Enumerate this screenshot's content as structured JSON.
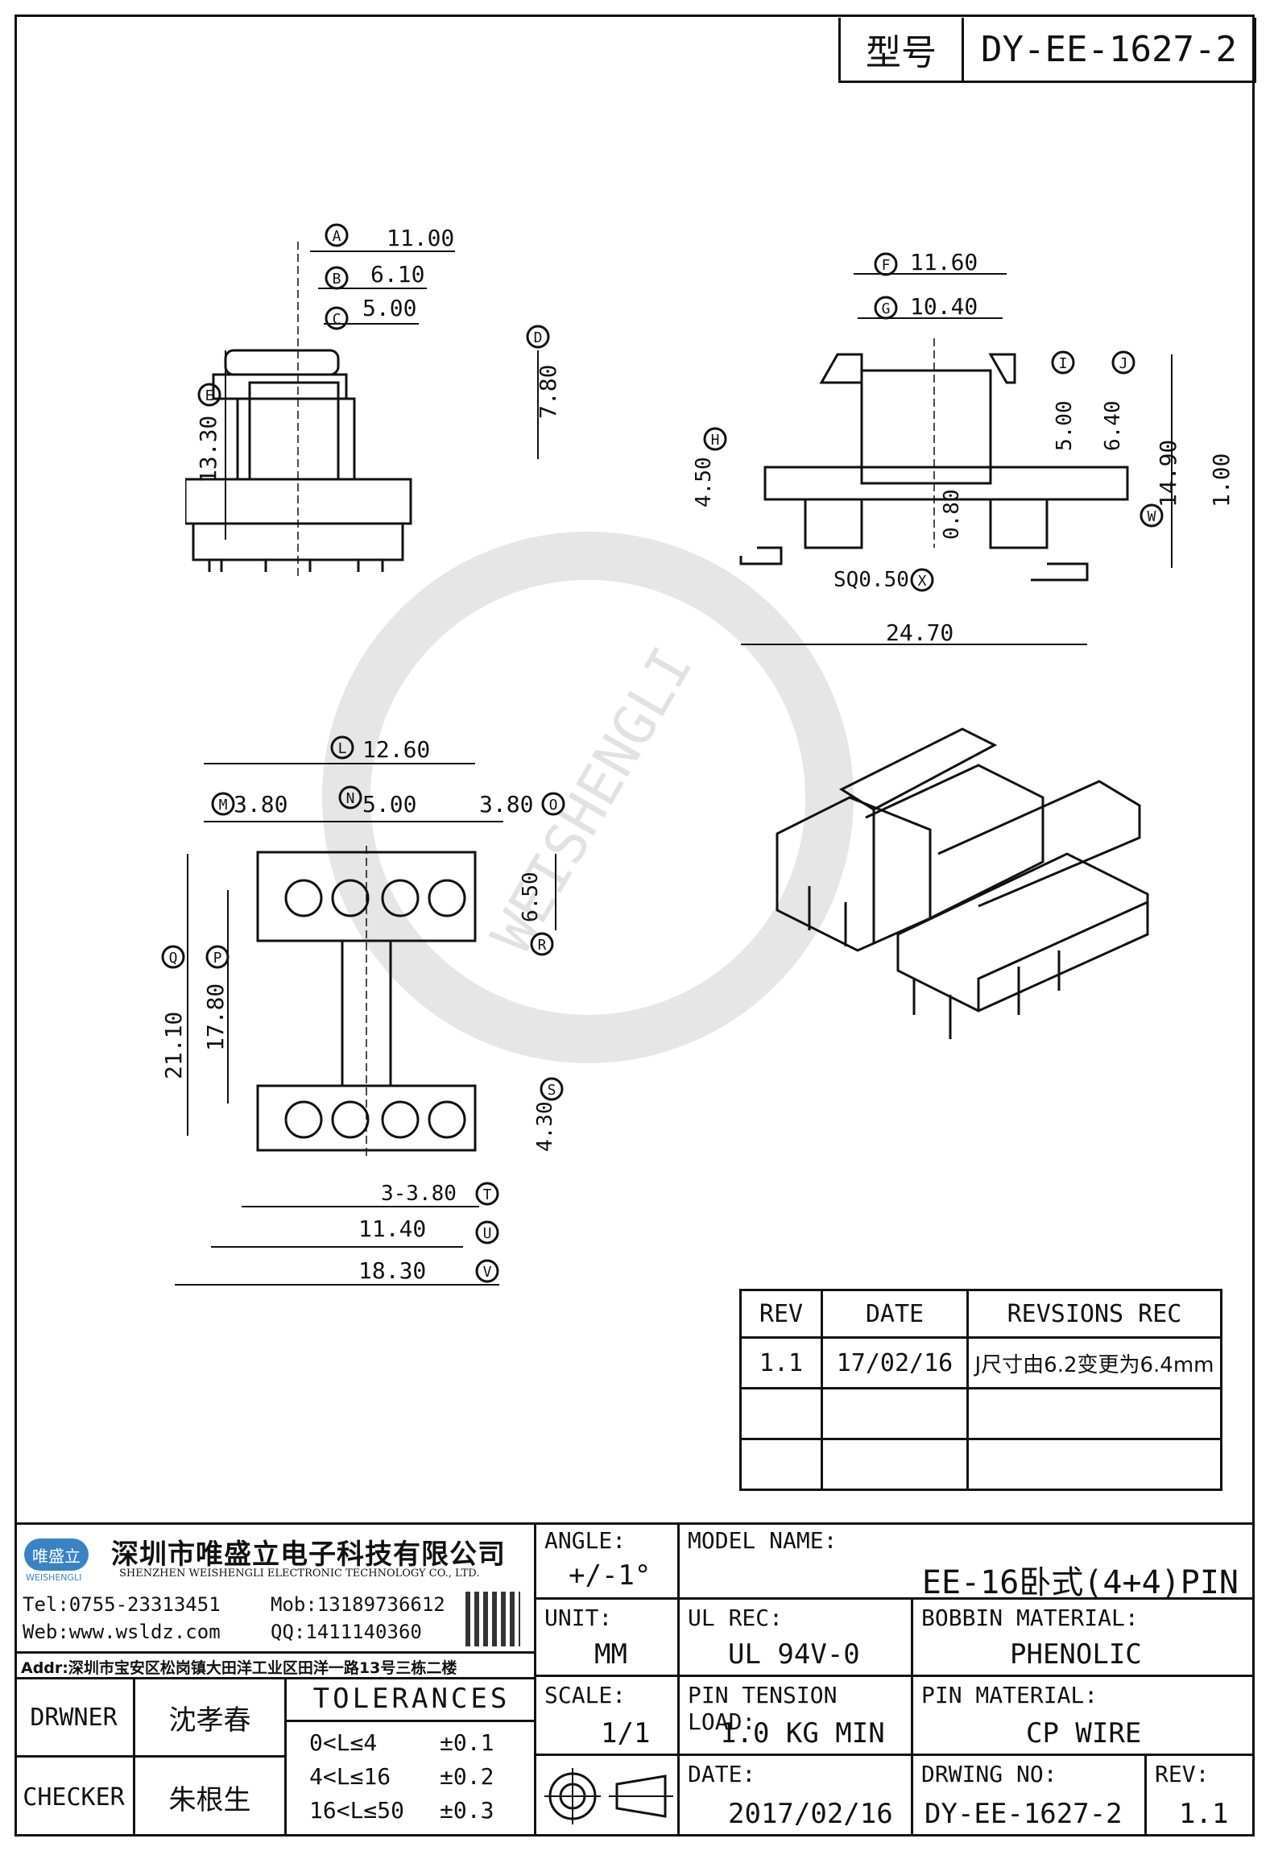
{
  "header": {
    "type_label": "型号",
    "model_code": "DY-EE-1627-2"
  },
  "front_view": {
    "dims": [
      {
        "id": "A",
        "value": "11.00"
      },
      {
        "id": "B",
        "value": "6.10"
      },
      {
        "id": "C",
        "value": "5.00"
      },
      {
        "id": "D",
        "value": "7.80"
      },
      {
        "id": "E",
        "value": "13.30"
      }
    ]
  },
  "side_view": {
    "dims": [
      {
        "id": "F",
        "value": "11.60"
      },
      {
        "id": "G",
        "value": "10.40"
      },
      {
        "id": "H",
        "value": "4.50"
      },
      {
        "id": "I",
        "value": "5.00"
      },
      {
        "id": "J",
        "value": "6.40"
      },
      {
        "id": "W",
        "value": "14.90"
      },
      {
        "id": "K",
        "value": "SQ0.50"
      },
      {
        "id": "X",
        "value": "24.70"
      }
    ],
    "extra_labels": [
      "0.80",
      "1.00"
    ]
  },
  "bottom_view": {
    "dims": [
      {
        "id": "L",
        "value": "12.60"
      },
      {
        "id": "M",
        "value": "3.80"
      },
      {
        "id": "N",
        "value": "5.00"
      },
      {
        "id": "O",
        "value": "3.80"
      },
      {
        "id": "R",
        "value": "6.50"
      },
      {
        "id": "Q",
        "value": "21.10"
      },
      {
        "id": "P",
        "value": "17.80"
      },
      {
        "id": "S",
        "value": "4.30"
      },
      {
        "id": "T",
        "value": "3-3.80"
      },
      {
        "id": "U",
        "value": "11.40"
      },
      {
        "id": "V",
        "value": "18.30"
      }
    ]
  },
  "watermark": {
    "text": "WEISHENGLI"
  },
  "revision_table": {
    "headers": [
      "REV",
      "DATE",
      "REVSIONS REC"
    ],
    "rows": [
      [
        "1.1",
        "17/02/16",
        "J尺寸由6.2变更为6.4mm"
      ],
      [
        "",
        "",
        ""
      ],
      [
        "",
        "",
        ""
      ]
    ]
  },
  "title_block": {
    "company_cn": "深圳市唯盛立电子科技有限公司",
    "company_en": "SHENZHEN WEISHENGLI ELECTRONIC TECHNOLOGY CO., LTD.",
    "logo_text": "唯盛立",
    "logo_sub": "WEISHENGLI",
    "tel": "Tel:0755-23313451",
    "mob": "Mob:13189736612",
    "web": "Web:www.wsldz.com",
    "qq": "QQ:1411140360",
    "addr": "Addr:深圳市宝安区松岗镇大田洋工业区田洋一路13号三栋二楼",
    "angle_label": "ANGLE:",
    "angle_value": "+/-1°",
    "model_name_label": "MODEL NAME:",
    "model_name_value": "EE-16卧式(4+4)PIN",
    "unit_label": "UNIT:",
    "unit_value": "MM",
    "ul_label": "UL REC:",
    "ul_value": "UL 94V-0",
    "bobbin_label": "BOBBIN MATERIAL:",
    "bobbin_value": "PHENOLIC",
    "drawer_label": "DRWNER",
    "drawer_value": "沈孝春",
    "checker_label": "CHECKER",
    "checker_value": "朱根生",
    "tolerances_label": "TOLERANCES",
    "tolerances": [
      {
        "range": "0<L≤4",
        "tol": "±0.1"
      },
      {
        "range": "4<L≤16",
        "tol": "±0.2"
      },
      {
        "range": "16<L≤50",
        "tol": "±0.3"
      }
    ],
    "scale_label": "SCALE:",
    "scale_value": "1/1",
    "pin_tension_label": "PIN TENSION LOAD:",
    "pin_tension_value": "1.0 KG MIN",
    "pin_material_label": "PIN MATERIAL:",
    "pin_material_value": "CP WIRE",
    "date_label": "DATE:",
    "date_value": "2017/02/16",
    "drawing_no_label": "DRWING NO:",
    "drawing_no_value": "DY-EE-1627-2",
    "rev_label": "REV:",
    "rev_value": "1.1"
  }
}
